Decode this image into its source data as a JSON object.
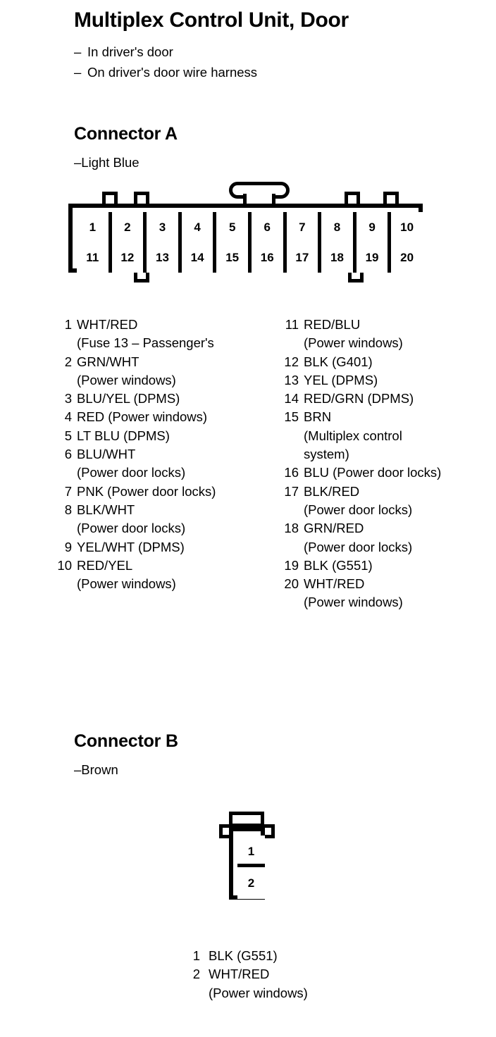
{
  "page": {
    "title": "Multiplex Control Unit, Door",
    "notes": [
      "In driver's door",
      "On driver's door wire harness"
    ],
    "dash": "–"
  },
  "connector_a": {
    "title": "Connector A",
    "color_note": "Light Blue",
    "pin_count": 20,
    "top_row": [
      "1",
      "2",
      "3",
      "4",
      "5",
      "6",
      "7",
      "8",
      "9",
      "10"
    ],
    "bottom_row": [
      "11",
      "12",
      "13",
      "14",
      "15",
      "16",
      "17",
      "18",
      "19",
      "20"
    ],
    "pins_left": [
      {
        "num": "1",
        "lines": [
          "WHT/RED",
          "(Fuse 13 – Passenger's"
        ]
      },
      {
        "num": "2",
        "lines": [
          "GRN/WHT",
          "(Power windows)"
        ]
      },
      {
        "num": "3",
        "lines": [
          "BLU/YEL (DPMS)"
        ]
      },
      {
        "num": "4",
        "lines": [
          "RED (Power windows)"
        ]
      },
      {
        "num": "5",
        "lines": [
          "LT BLU (DPMS)"
        ]
      },
      {
        "num": "6",
        "lines": [
          "BLU/WHT",
          "(Power door locks)"
        ]
      },
      {
        "num": "7",
        "lines": [
          "PNK (Power door locks)"
        ]
      },
      {
        "num": "8",
        "lines": [
          "BLK/WHT",
          "(Power door locks)"
        ]
      },
      {
        "num": "9",
        "lines": [
          "YEL/WHT (DPMS)"
        ]
      },
      {
        "num": "10",
        "lines": [
          "RED/YEL",
          "(Power windows)"
        ]
      }
    ],
    "pins_right": [
      {
        "num": "11",
        "lines": [
          "RED/BLU",
          "(Power windows)"
        ]
      },
      {
        "num": "12",
        "lines": [
          "BLK (G401)"
        ]
      },
      {
        "num": "13",
        "lines": [
          "YEL (DPMS)"
        ]
      },
      {
        "num": "14",
        "lines": [
          "RED/GRN (DPMS)"
        ]
      },
      {
        "num": "15",
        "lines": [
          "BRN",
          "(Multiplex control",
          "system)"
        ]
      },
      {
        "num": "16",
        "lines": [
          "BLU (Power door locks)"
        ]
      },
      {
        "num": "17",
        "lines": [
          "BLK/RED",
          "(Power door locks)"
        ]
      },
      {
        "num": "18",
        "lines": [
          "GRN/RED",
          "(Power door locks)"
        ]
      },
      {
        "num": "19",
        "lines": [
          "BLK (G551)"
        ]
      },
      {
        "num": "20",
        "lines": [
          "WHT/RED",
          "(Power windows)"
        ]
      }
    ]
  },
  "connector_b": {
    "title": "Connector B",
    "color_note": "Brown",
    "pin_count": 2,
    "cells": [
      "1",
      "2"
    ],
    "pins": [
      {
        "num": "1",
        "lines": [
          "BLK (G551)"
        ]
      },
      {
        "num": "2",
        "lines": [
          "WHT/RED",
          "(Power windows)"
        ]
      }
    ]
  },
  "colors": {
    "ink": "#000000",
    "paper": "#ffffff"
  }
}
